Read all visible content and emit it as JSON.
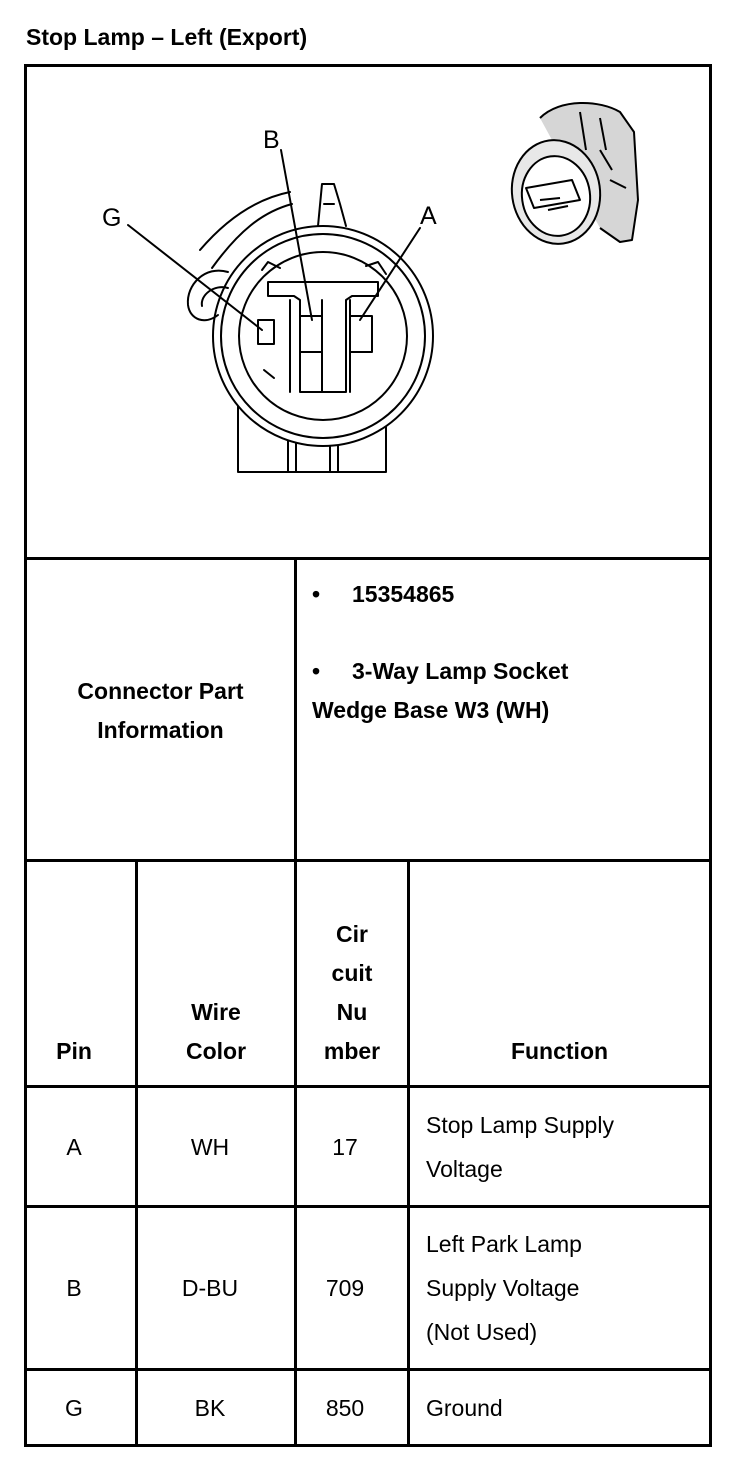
{
  "title": "Stop Lamp – Left (Export)",
  "diagram": {
    "pin_labels": [
      "B",
      "G",
      "A"
    ]
  },
  "connector": {
    "label": "Connector Part\nInformation",
    "items": [
      "15354865",
      "3-Way Lamp Socket\nWedge Base W3 (WH)"
    ],
    "bullet": "•"
  },
  "table": {
    "headers": {
      "pin": "Pin",
      "wire_color": "Wire\nColor",
      "circuit": "Cir\ncuit\nNu\nmber",
      "function": "Function"
    },
    "rows": [
      {
        "pin": "A",
        "wire_color": "WH",
        "circuit": "17",
        "function": "Stop Lamp Supply\nVoltage"
      },
      {
        "pin": "B",
        "wire_color": "D-BU",
        "circuit": "709",
        "function": "Left Park Lamp\nSupply Voltage\n(Not Used)"
      },
      {
        "pin": "G",
        "wire_color": "BK",
        "circuit": "850",
        "function": "Ground"
      }
    ]
  }
}
